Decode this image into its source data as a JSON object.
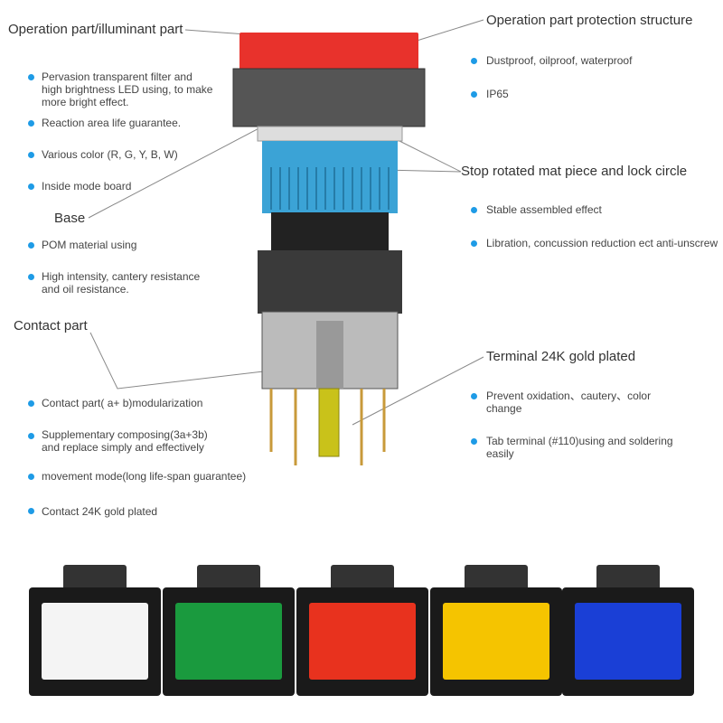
{
  "headings": {
    "operation_part": "Operation part/illuminant part",
    "protection": "Operation part protection structure",
    "base": "Base",
    "stop_rotated": "Stop rotated mat piece and lock circle",
    "contact_part": "Contact part",
    "terminal": "Terminal 24K gold plated"
  },
  "left_bullets": [
    "Pervasion transparent filter and",
    "high brightness LED using, to make",
    "more bright effect.",
    "Reaction area life guarantee.",
    "Various color (R, G, Y, B, W)",
    "Inside mode board",
    "POM material using",
    "High intensity, cantery resistance",
    "and oil resistance.",
    "Contact part(   a+   b)modularization",
    "Supplementary composing(3a+3b)",
    "and replace simply and effectively",
    "movement mode(long life-span guarantee)",
    "Contact 24K gold plated"
  ],
  "right_bullets": [
    "Dustproof, oilproof, waterproof",
    "IP65",
    "Stable assembled effect",
    "Libration, concussion reduction ect anti-unscrew",
    "Prevent oxidation、cautery、color",
    "change",
    "Tab terminal (#110)using and soldering",
    "easily"
  ],
  "colors": {
    "accent": "#1e9be6",
    "white": "#f4f4f4",
    "green": "#1a9a3e",
    "red": "#e8321e",
    "yellow": "#f5c400",
    "blue": "#1a3fd6"
  }
}
